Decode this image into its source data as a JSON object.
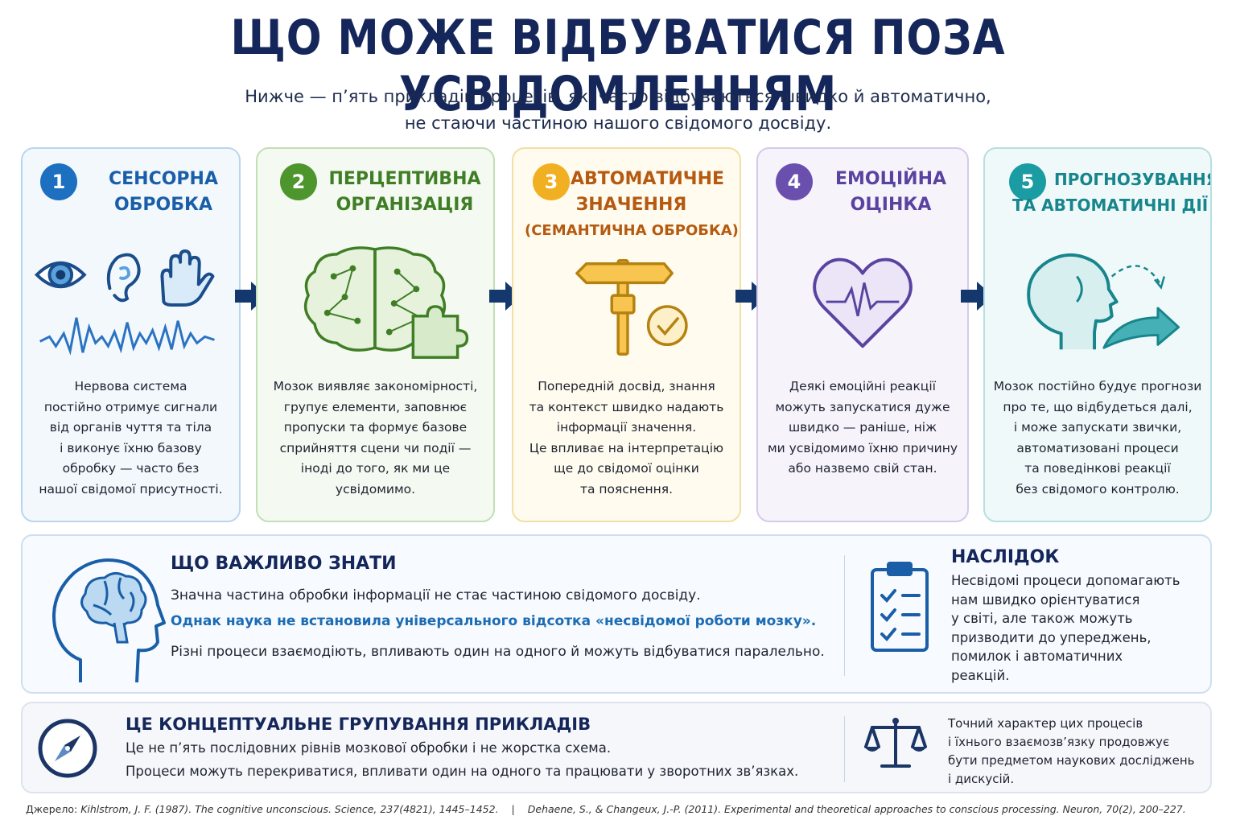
{
  "title": "ЩО МОЖЕ ВІДБУВАТИСЯ ПОЗА УСВІДОМЛЕННЯМ",
  "subtitle": [
    "Нижче — п’ять прикладів процесів, які часто відбуваються швидко й автоматично,",
    "не стаючи частиною нашого свідомого досвіду."
  ],
  "cards": [
    {
      "number": "1",
      "heading": [
        "СЕНСОРНА",
        "ОБРОБКА"
      ],
      "icons": [
        "eye-icon",
        "ear-icon",
        "hand-icon",
        "signal-wave-icon"
      ],
      "accent": "#1d6fc0",
      "body": [
        "Нервова система",
        "постійно отримує сигнали",
        "від органів чуття та тіла",
        "і виконує їхню базову",
        "обробку — часто без",
        "нашої свідомої присутності."
      ]
    },
    {
      "number": "2",
      "heading": [
        "ПЕРЦЕПТИВНА",
        "ОРГАНІЗАЦІЯ"
      ],
      "icons": [
        "brain-network-icon",
        "puzzle-piece-icon"
      ],
      "accent": "#4d962d",
      "body": [
        "Мозок виявляє закономірності,",
        "групує елементи, заповнює",
        "пропуски та формує базове",
        "сприйняття сцени чи події —",
        "іноді до того, як ми це",
        "усвідомимо."
      ]
    },
    {
      "number": "3",
      "heading": [
        "АВТОМАТИЧНЕ",
        "ЗНАЧЕННЯ",
        "(СЕМАНТИЧНА ОБРОБКА)"
      ],
      "icons": [
        "signpost-icon",
        "check-circle-icon"
      ],
      "accent": "#f1b021",
      "body": [
        "Попередній досвід, знання",
        "та контекст швидко надають",
        "інформації значення.",
        "Це впливає на інтерпретацію",
        "ще до свідомої оцінки",
        "та пояснення."
      ]
    },
    {
      "number": "4",
      "heading": [
        "ЕМОЦІЙНА",
        "ОЦІНКА"
      ],
      "icons": [
        "heart-pulse-icon"
      ],
      "accent": "#6a4fae",
      "body": [
        "Деякі емоційні реакції",
        "можуть запускатися дуже",
        "швидко — раніше, ніж",
        "ми усвідомимо їхню причину",
        "або назвемо свій стан."
      ]
    },
    {
      "number": "5",
      "heading": [
        "ПРОГНОЗУВАННЯ",
        "ТА АВТОМАТИЧНІ ДІЇ"
      ],
      "icons": [
        "head-profile-icon",
        "forward-arrow-icon"
      ],
      "accent": "#1b9ca3",
      "body": [
        "Мозок постійно будує прогнози",
        "про те, що відбудеться далі,",
        "і може запускати звички,",
        "автоматизовані процеси",
        "та поведінкові реакції",
        "без свідомого контролю."
      ]
    }
  ],
  "important": {
    "heading": "ЩО ВАЖЛИВО ЗНАТИ",
    "line1": "Значна частина обробки інформації не стає частиною свідомого досвіду.",
    "line2": "Однак наука не встановила універсального відсотка «несвідомої роботи мозку».",
    "line3": "Різні процеси взаємодіють, впливають один на одного й можуть відбуватися паралельно."
  },
  "consequence": {
    "heading": "НАСЛІДОК",
    "lines": [
      "Несвідомі процеси допомагають",
      "нам швидко орієнтуватися",
      "у світі, але також можуть",
      "призводити до упереджень,",
      "помилок і автоматичних",
      "реакцій."
    ]
  },
  "grouping": {
    "heading": "ЦЕ КОНЦЕПТУАЛЬНЕ ГРУПУВАННЯ ПРИКЛАДІВ",
    "line1": "Це не п’ять послідовних рівнів мозкової обробки і не жорстка схема.",
    "line2": "Процеси можуть перекриватися, впливати один на одного та працювати у зворотних зв’язках.",
    "note": [
      "Точний характер цих процесів",
      "і їхнього взаємозв’язку продовжує",
      "бути предметом наукових досліджень",
      "і дискусій."
    ]
  },
  "source": {
    "label": "Джерело:",
    "ref1": "Kihlstrom, J. F. (1987). The cognitive unconscious. Science, 237(4821), 1445–1452.",
    "separator": "|",
    "ref2": "Dehaene, S., & Changeux, J.-P. (2011). Experimental and theoretical approaches to conscious processing. Neuron, 70(2), 200–227."
  },
  "colors": {
    "title": "#14265a",
    "arrow": "#14386e",
    "link_text": "#1b6cb4"
  }
}
